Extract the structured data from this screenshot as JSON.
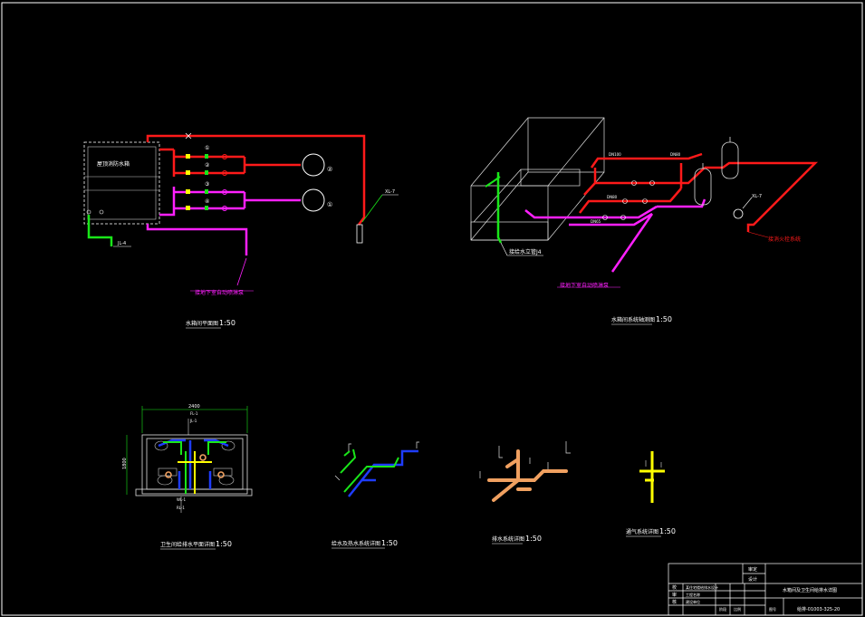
{
  "colors": {
    "background": "#000000",
    "frame": "#ffffff",
    "supply_red": "#ff1a1a",
    "pump_magenta": "#ff20ff",
    "green": "#19e619",
    "blue": "#1e3cff",
    "yellow": "#ffff00",
    "orange": "#f0a060",
    "white": "#ffffff"
  },
  "plan": {
    "tank_label": "屋顶消防水箱",
    "note_pipe_down": "接地下室自动喷淋泵",
    "riser_left": "JL-4",
    "riser_right": "XL-7",
    "pump1_tag": "②",
    "pump2_tag": "①",
    "valve_tags": [
      "①",
      "②",
      "③",
      "④"
    ],
    "title_cn": "水箱间平面图",
    "title_scale": "1:50"
  },
  "iso": {
    "note_riser": "接给水立管J4",
    "note_pump": "接地下室自动喷淋泵",
    "note_fire": "接消火栓系统",
    "riser_right": "XL-7",
    "pipe_tags": [
      "DN100",
      "DN80",
      "DN80",
      "DN65"
    ],
    "title_cn": "水箱间系统轴测图",
    "title_scale": "1:50"
  },
  "bath": {
    "dim_top": "2400",
    "dim_side": "1800",
    "tags": [
      "FL-1",
      "JL-1",
      "WL-1",
      "RL-1"
    ],
    "title_cn": "卫生间给排水平面详图",
    "title_scale": "1:50"
  },
  "supply_sys": {
    "title_cn": "给水及热水系统详图",
    "title_scale": "1:50"
  },
  "drain_sys": {
    "title_cn": "排水系统详图",
    "title_scale": "1:50"
  },
  "vent_sys": {
    "title_cn": "通气系统详图",
    "title_scale": "1:50"
  },
  "titleblock": {
    "stamp_top": "审定",
    "stamp_bottom": "设计",
    "project": "某住宅楼给排水设计",
    "drawing_title": "水箱间及卫生间给排水详图",
    "row_labels": [
      "校",
      "审",
      "核"
    ],
    "col_labels": [
      "工程名称",
      "建设单位"
    ],
    "drawing_no": "给排-01003-325-20",
    "small_cells": [
      "阶段",
      "比例",
      "图号"
    ]
  }
}
